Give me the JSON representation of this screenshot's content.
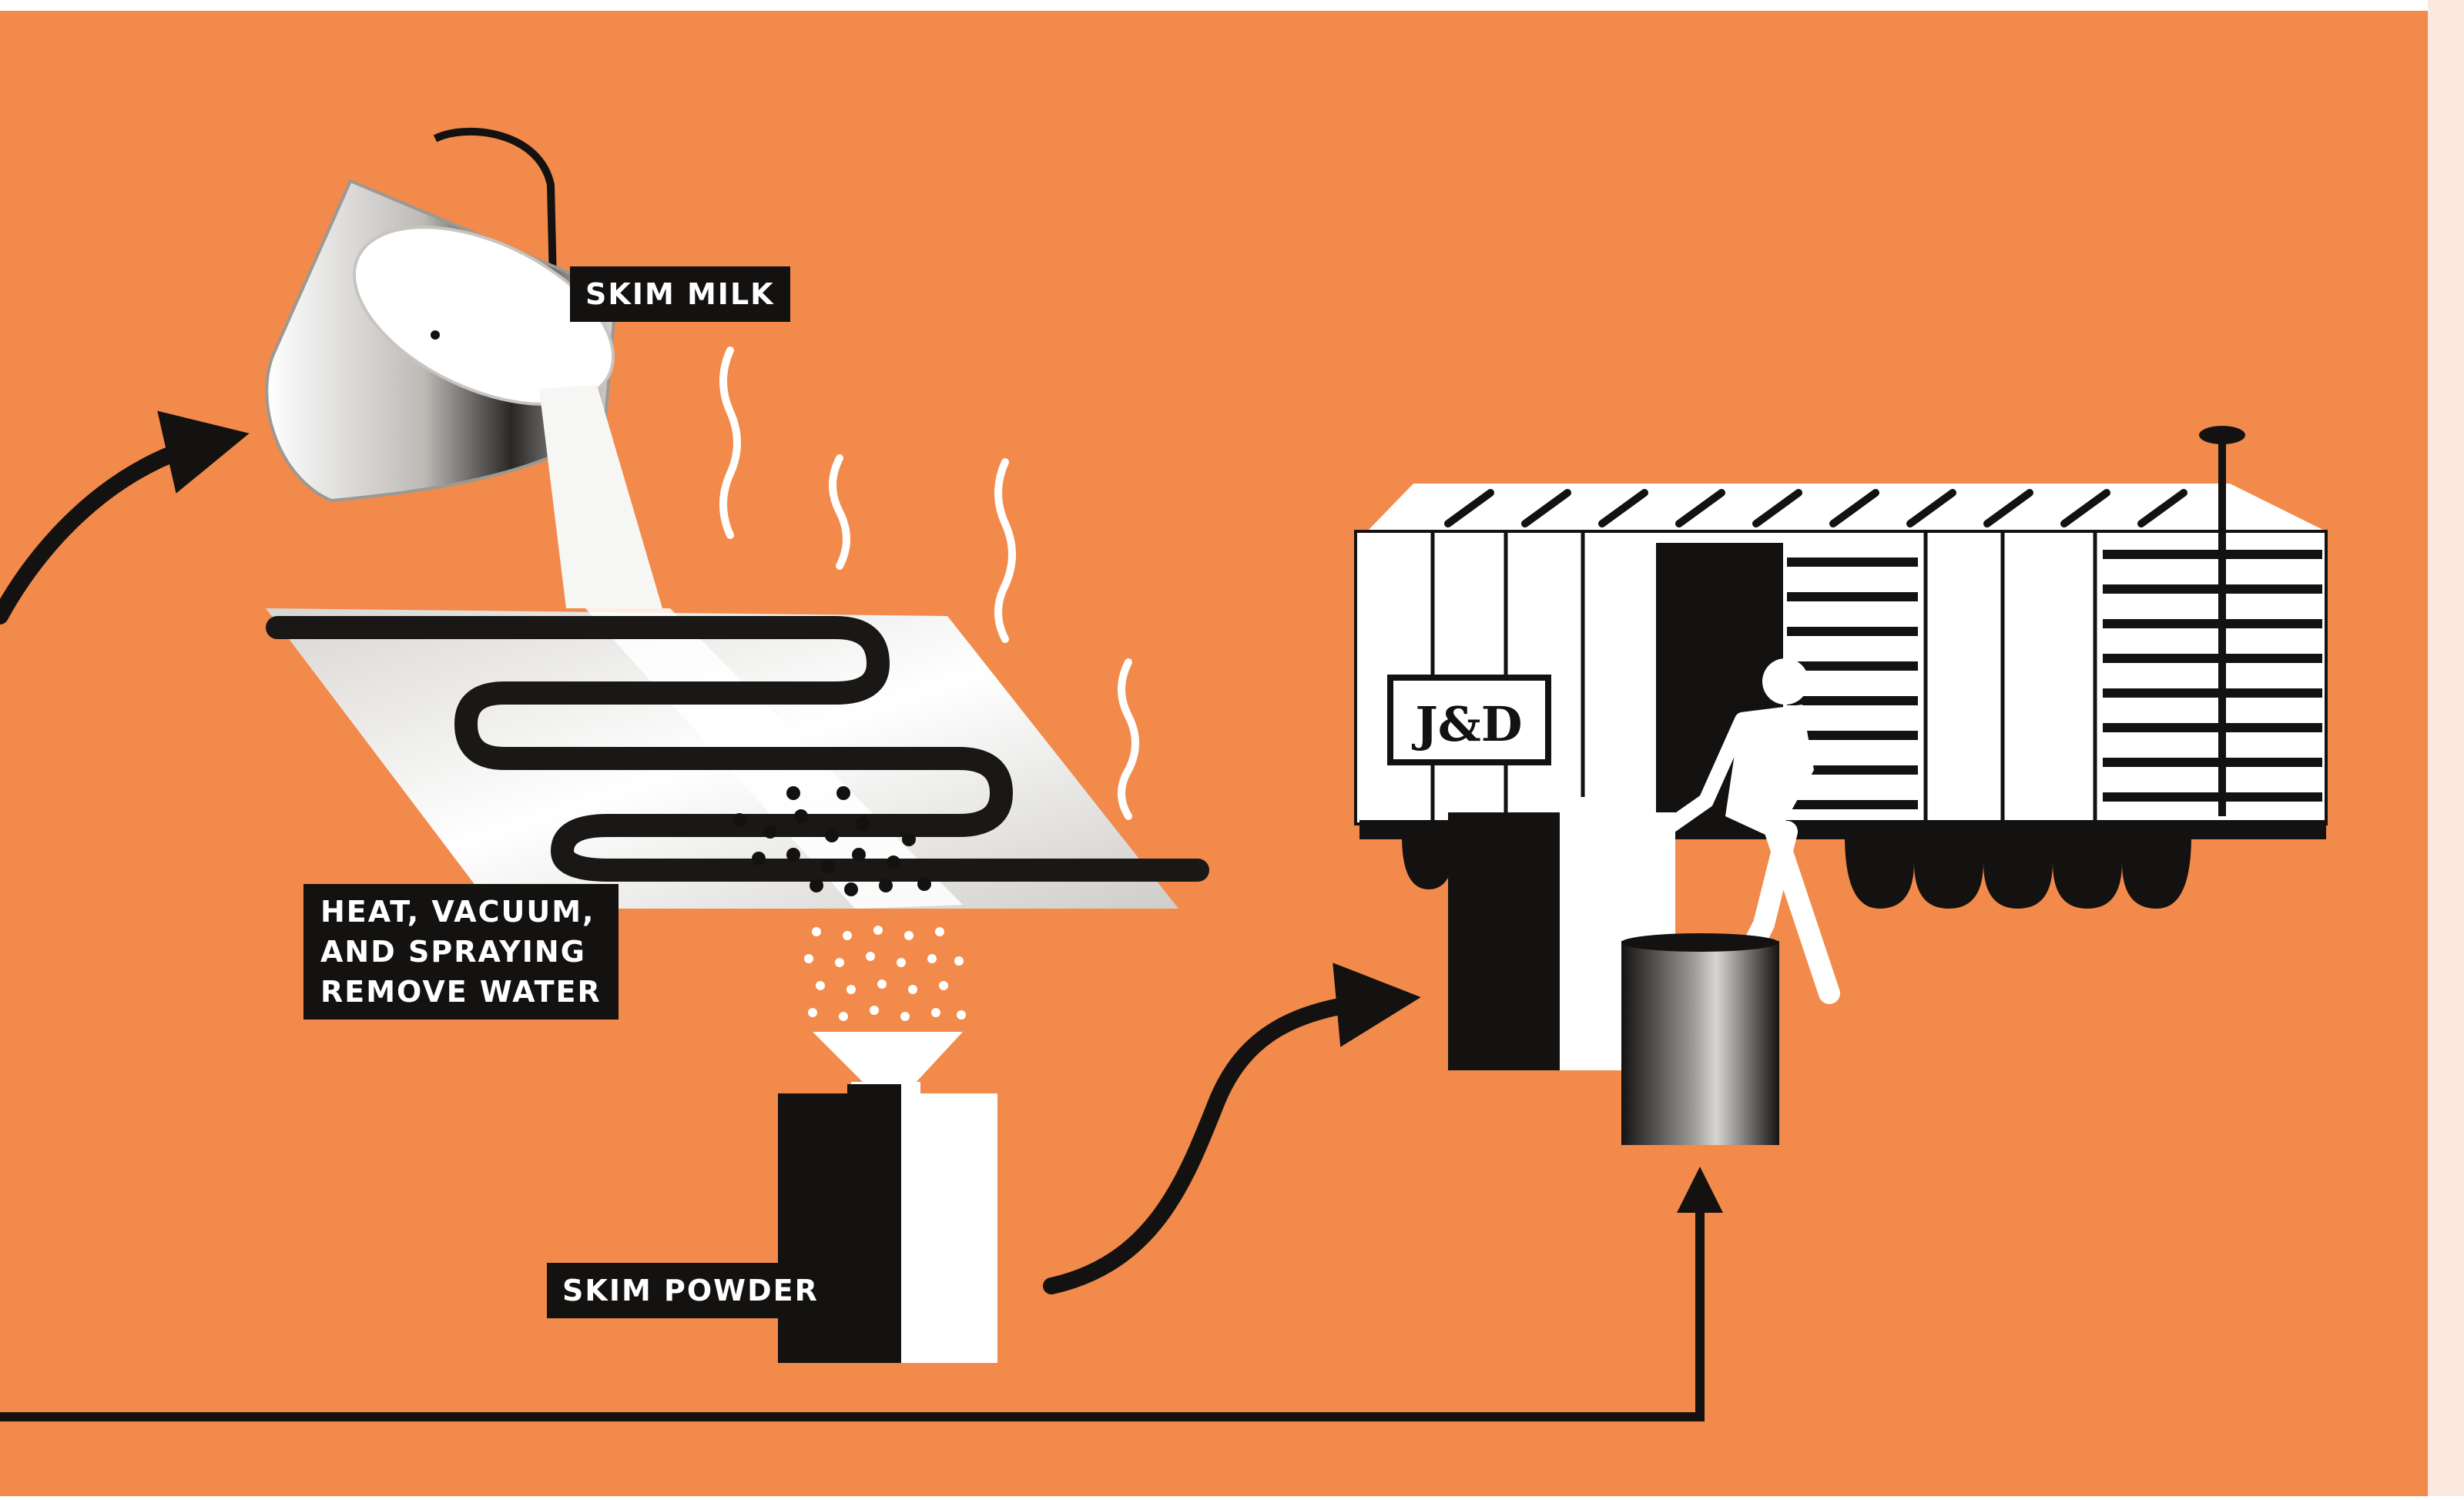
{
  "colors": {
    "background": "#f28a4b",
    "ink": "#141210",
    "paper": "#ffffff",
    "milk": "#f6f6f4",
    "coil": "#1a1816"
  },
  "labels": {
    "skim_milk": "SKIM MILK",
    "process": [
      "HEAT, VACUUM,",
      "AND SPRAYING",
      "REMOVE WATER"
    ],
    "skim_powder": "SKIM POWDER",
    "boxcar_mark": "J&D"
  },
  "icons": [
    "pail-icon",
    "heating-coil-icon",
    "steam-icon",
    "hopper-icon",
    "powder-bag-icon",
    "boxcar-icon",
    "worker-icon",
    "barrel-icon",
    "arrow-icon"
  ]
}
